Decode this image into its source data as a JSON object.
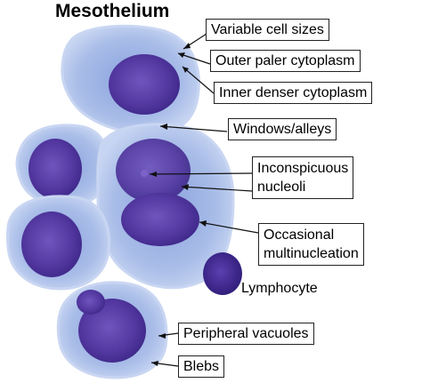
{
  "title": "Mesothelium",
  "labels": {
    "variable_cell_sizes": "Variable cell sizes",
    "outer_paler_cytoplasm": "Outer paler cytoplasm",
    "inner_denser_cytoplasm": "Inner denser cytoplasm",
    "windows_alleys": "Windows/alleys",
    "inconspicuous_nucleoli_1": "Inconspicuous",
    "inconspicuous_nucleoli_2": "nucleoli",
    "occasional_multinucleation_1": "Occasional",
    "occasional_multinucleation_2": "multinucleation",
    "lymphocyte": "Lymphocyte",
    "peripheral_vacuoles": "Peripheral vacuoles",
    "blebs": "Blebs"
  },
  "colors": {
    "cytoplasm_outer": "#b7c8ec",
    "cytoplasm_inner": "#7d96d8",
    "nucleus": "#5a3fa8",
    "nucleus_dark": "#3f2a8a",
    "background": "#ffffff"
  }
}
